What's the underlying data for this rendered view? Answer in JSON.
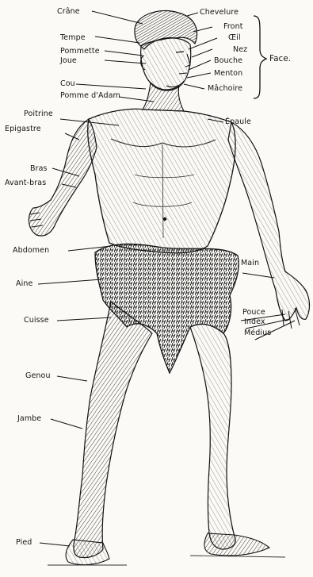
{
  "labels_left": [
    {
      "key": "crane",
      "text": "Crâne"
    },
    {
      "key": "tempe",
      "text": "Tempe"
    },
    {
      "key": "pommette",
      "text": "Pommette"
    },
    {
      "key": "joue",
      "text": "Joue"
    },
    {
      "key": "cou",
      "text": "Cou"
    },
    {
      "key": "pomme-adam",
      "text": "Pomme d'Adam"
    },
    {
      "key": "poitrine",
      "text": "Poitrine"
    },
    {
      "key": "epigastre",
      "text": "Epigastre"
    },
    {
      "key": "bras",
      "text": "Bras"
    },
    {
      "key": "avant-bras",
      "text": "Avant-bras"
    },
    {
      "key": "abdomen",
      "text": "Abdomen"
    },
    {
      "key": "aine",
      "text": "Aine"
    },
    {
      "key": "cuisse",
      "text": "Cuisse"
    },
    {
      "key": "genou",
      "text": "Genou"
    },
    {
      "key": "jambe",
      "text": "Jambe"
    },
    {
      "key": "pied",
      "text": "Pied"
    }
  ],
  "labels_right": [
    {
      "key": "chevelure",
      "text": "Chevelure"
    },
    {
      "key": "front",
      "text": "Front"
    },
    {
      "key": "oeil",
      "text": "Œil"
    },
    {
      "key": "nez",
      "text": "Nez"
    },
    {
      "key": "bouche",
      "text": "Bouche"
    },
    {
      "key": "menton",
      "text": "Menton"
    },
    {
      "key": "machoire",
      "text": "Mâchoire"
    },
    {
      "key": "epaule",
      "text": "Épaule"
    },
    {
      "key": "main",
      "text": "Main"
    },
    {
      "key": "pouce",
      "text": "Pouce"
    },
    {
      "key": "index",
      "text": "Index"
    },
    {
      "key": "medius",
      "text": "Médius"
    }
  ],
  "face_group_label": "Face.",
  "colors": {
    "ink": "#1a1a1a",
    "paper": "#fbfaf6",
    "hatch": "#3a3a3a"
  }
}
